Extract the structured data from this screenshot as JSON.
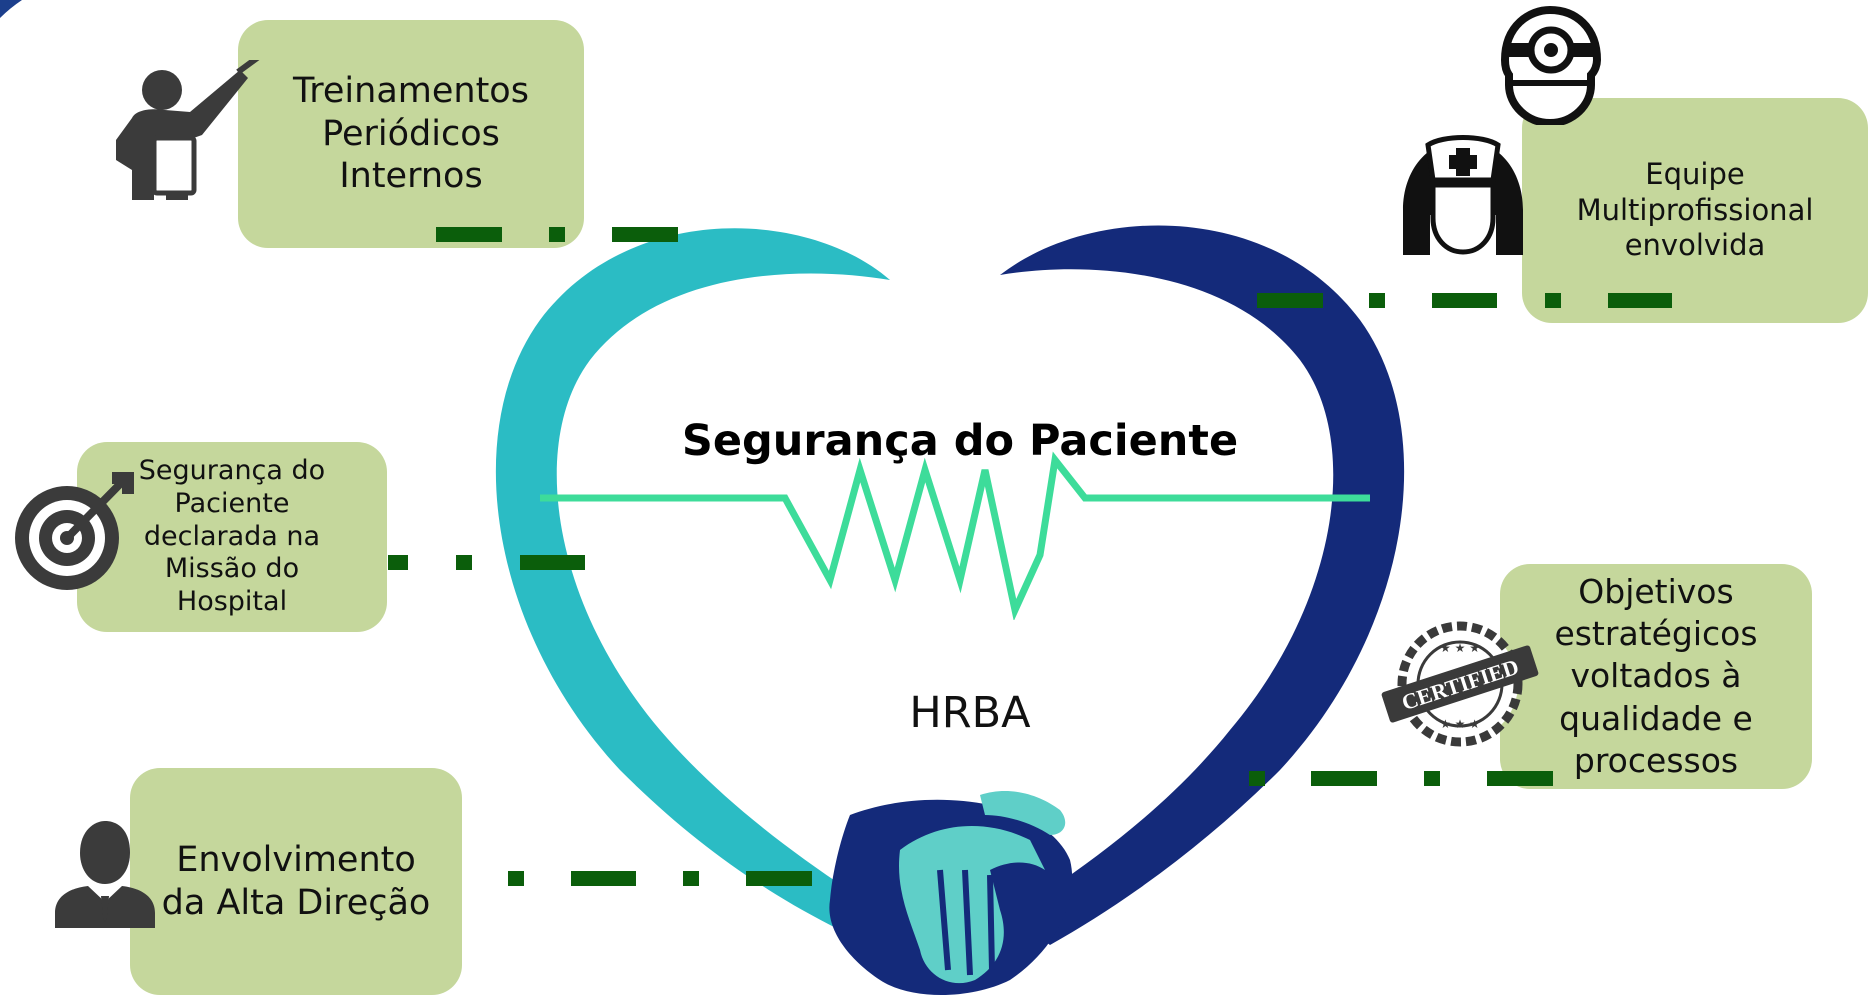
{
  "title": "Segurança do Paciente",
  "center_label": "HRBA",
  "boxes": {
    "treinamentos": "Treinamentos\nPeriódicos\nInternos",
    "equipe": "Equipe\nMultiprofissional\nenvolvida",
    "missao": "Segurança do\nPaciente\ndeclarada na\nMissão do\nHospital",
    "objetivos": "Objetivos\nestratégicos\nvoltados à\nqualidade e\nprocessos",
    "direcao": "Envolvimento\nda Alta Direção"
  },
  "icons": {
    "teacher": "teacher-pointer-icon",
    "doctor": "doctor-head-mirror-icon",
    "nurse": "nurse-cap-icon",
    "target": "target-arrow-icon",
    "certified": "certified-stamp-icon",
    "businessman": "businessman-icon",
    "heart": "heart-hands-icon",
    "handshake": "handshake-icon",
    "heartbeat": "heartbeat-line-icon"
  },
  "stamp_text": "CERTIFIED",
  "colors": {
    "box_bg": "#c5d79c",
    "connector_dash": "#0b5e0b",
    "heart_left": "#2bbcc4",
    "heart_right": "#142a7a",
    "heartbeat": "#3ddc9a",
    "icon_dark": "#3b3b3b",
    "corner_accent": "#1c3f8c"
  }
}
